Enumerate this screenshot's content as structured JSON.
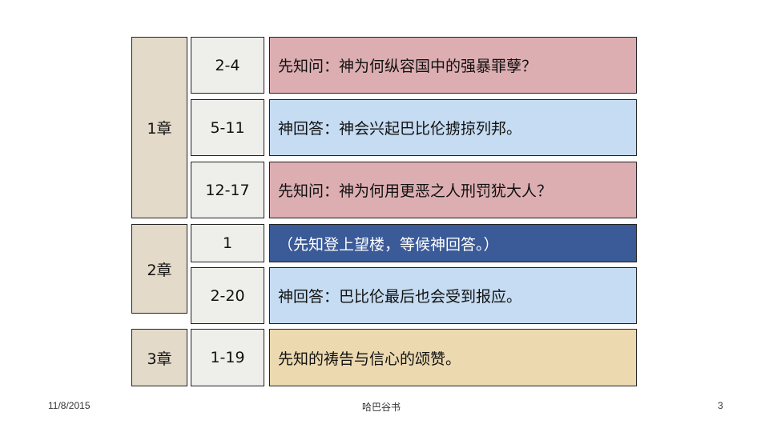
{
  "chapters": [
    {
      "label": "1章"
    },
    {
      "label": "2章"
    },
    {
      "label": "3章"
    }
  ],
  "rows": [
    {
      "verses": "2-4",
      "text": "先知问：神为何纵容国中的强暴罪孽？",
      "color": "#dcaeb2"
    },
    {
      "verses": "5-11",
      "text": "神回答：神会兴起巴比伦掳掠列邦。",
      "color": "#c6dcf2"
    },
    {
      "verses": "12-17",
      "text": "先知问：神为何用更恶之人刑罚犹大人？",
      "color": "#dcaeb2"
    },
    {
      "verses": "1",
      "text": "（先知登上望楼，等候神回答。）",
      "color": "#3a5a98"
    },
    {
      "verses": "2-20",
      "text": "神回答：巴比伦最后也会受到报应。",
      "color": "#c6dcf2"
    },
    {
      "verses": "1-19",
      "text": "先知的祷告与信心的颂赞。",
      "color": "#ecd9b0"
    }
  ],
  "footer": {
    "date": "11/8/2015",
    "title": "哈巴谷书",
    "page": "3"
  }
}
